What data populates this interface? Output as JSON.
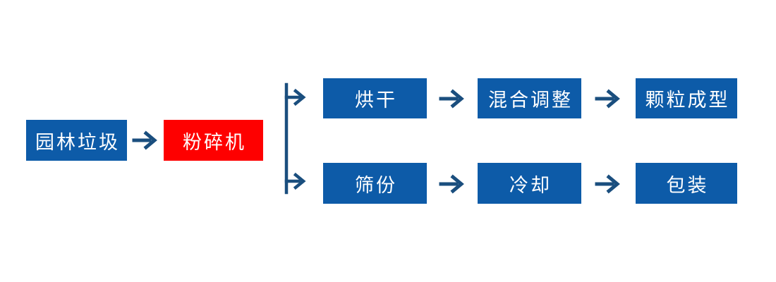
{
  "flow": {
    "input_node": {
      "label": "园林垃圾"
    },
    "crusher_node": {
      "label": "粉碎机"
    },
    "rows": [
      {
        "steps": [
          {
            "label": "烘干"
          },
          {
            "label": "混合调整"
          },
          {
            "label": "颗粒成型"
          }
        ]
      },
      {
        "steps": [
          {
            "label": "筛份"
          },
          {
            "label": "冷却"
          },
          {
            "label": "包装"
          }
        ]
      }
    ],
    "colors": {
      "node_blue": "#0d5ba8",
      "node_red": "#fe0000",
      "arrow": "#1a4e7e",
      "text": "#ffffff",
      "background": "#ffffff"
    }
  }
}
